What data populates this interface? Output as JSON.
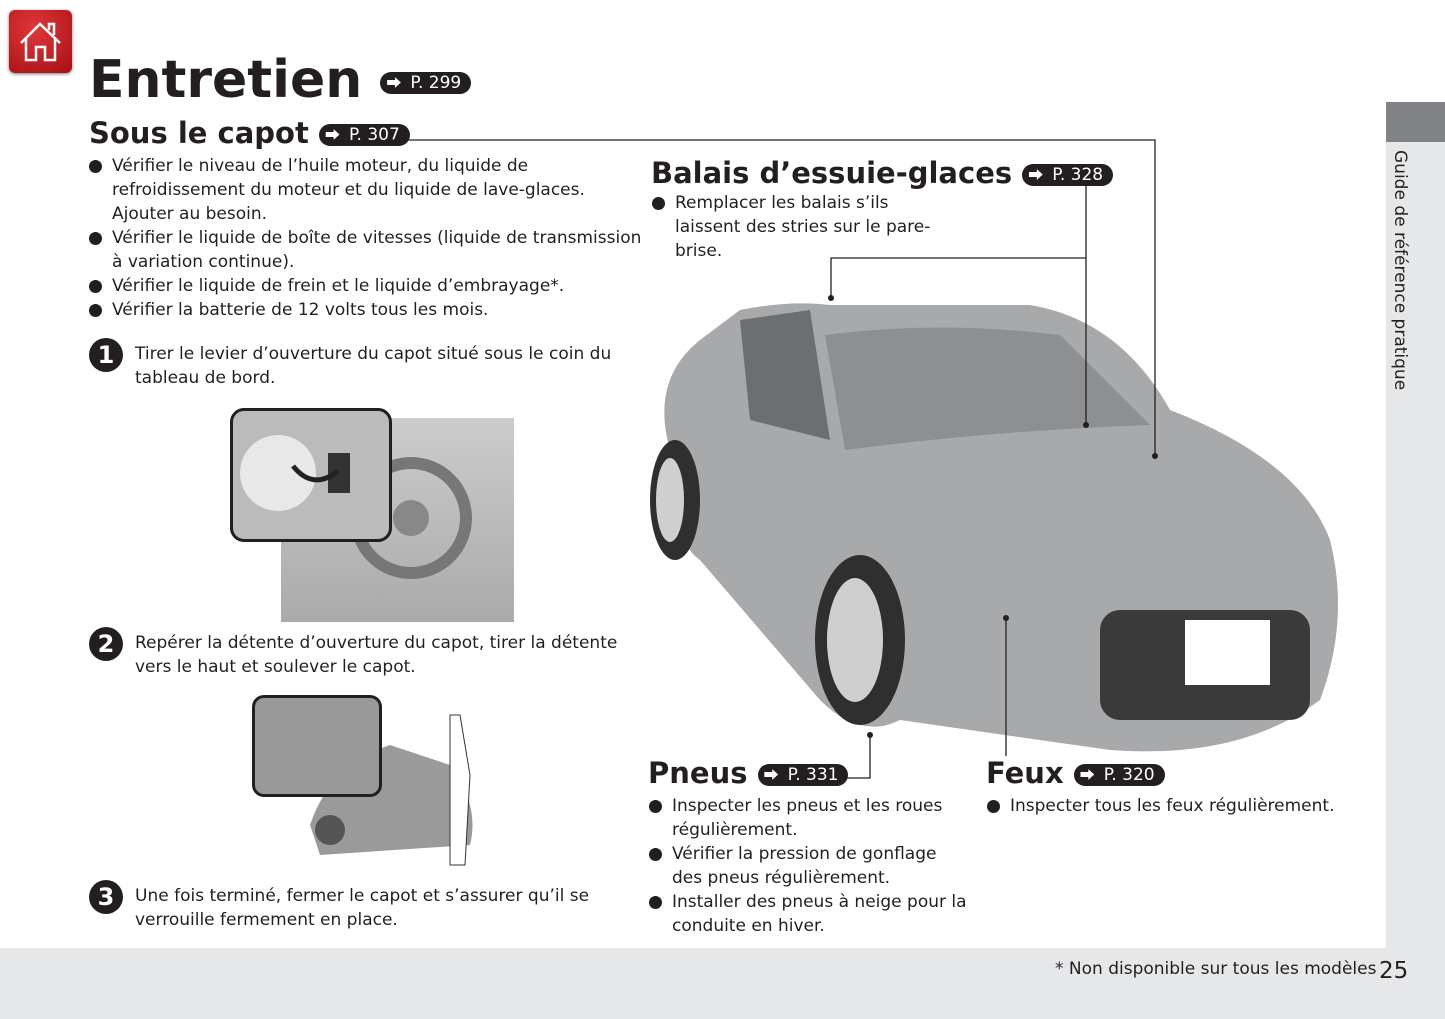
{
  "title": "Entretien",
  "title_ref": "P. 299",
  "side_tab": "Guide de référence pratique",
  "sous_capot": {
    "heading": "Sous le capot",
    "ref": "P. 307",
    "bullets": [
      "Vérifier le niveau de l’huile moteur, du liquide de refroidissement du moteur et du liquide de lave-glaces. Ajouter au besoin.",
      "Vérifier le liquide de boîte de vitesses (liquide de transmission à variation continue).",
      "Vérifier le liquide de frein et le liquide d’embrayage*.",
      "Vérifier la batterie de 12 volts tous les mois."
    ],
    "steps": [
      {
        "num": "1",
        "text": "Tirer le levier d’ouverture du capot situé sous le coin du tableau de bord."
      },
      {
        "num": "2",
        "text": "Repérer la détente d’ouverture du capot, tirer la détente vers le haut et soulever le capot."
      },
      {
        "num": "3",
        "text": "Une fois terminé, fermer le capot et s’assurer qu’il se verrouille fermement en place."
      }
    ]
  },
  "balais": {
    "heading": "Balais d’essuie-glaces",
    "ref": "P. 328",
    "bullets": [
      "Remplacer les balais s’ils laissent des stries sur le pare-brise."
    ]
  },
  "pneus": {
    "heading": "Pneus",
    "ref": "P. 331",
    "bullets": [
      "Inspecter les pneus et les roues régulièrement.",
      "Vérifier la pression de gonflage des pneus régulièrement.",
      "Installer des pneus à neige pour la conduite en hiver."
    ]
  },
  "feux": {
    "heading": "Feux",
    "ref": "P. 320",
    "bullets": [
      "Inspecter tous les feux régulièrement."
    ]
  },
  "footnote": "* Non disponible sur tous les modèles",
  "page_number": "25"
}
